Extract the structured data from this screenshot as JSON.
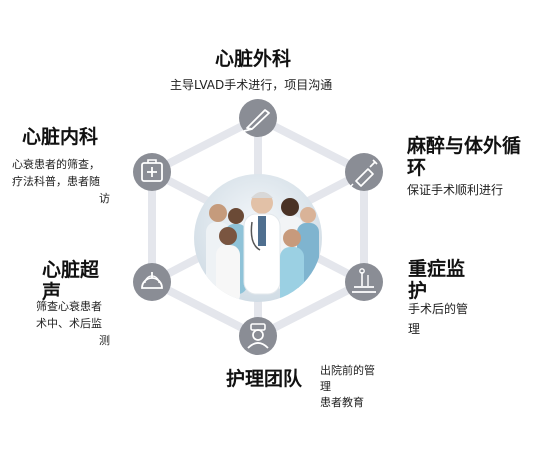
{
  "center": {
    "photo_alt": "medical team photo"
  },
  "nodes": {
    "top": {
      "title": "心脏外科",
      "desc": "主导LVAD手术进行，项目沟通",
      "icon": "scalpel-icon"
    },
    "upper_left": {
      "title": "心脏内科",
      "desc_lines": [
        "心衰患者的筛查，",
        "疗法科普，患者随",
        "访"
      ],
      "icon": "medical-kit-icon"
    },
    "upper_right": {
      "title_lines": [
        "麻醉与体外循",
        "环"
      ],
      "desc": "保证手术顺利进行",
      "icon": "syringe-icon"
    },
    "lower_left": {
      "title_lines": [
        "心脏超",
        "声"
      ],
      "desc_lines": [
        "筛查心衰患者",
        "术中、术后监",
        "测"
      ],
      "icon": "ultrasound-icon"
    },
    "lower_right": {
      "title_lines": [
        "重症监",
        "护"
      ],
      "desc_lines": [
        "手术后的管",
        "理"
      ],
      "icon": "icu-bed-icon"
    },
    "bottom": {
      "title": "护理团队",
      "desc_lines": [
        "出院前的管",
        "理",
        "患者教育"
      ],
      "icon": "nurse-icon"
    }
  },
  "colors": {
    "hexagon_line": "#e4e6ec",
    "icon_circle": "#8a8d95",
    "icon_stroke": "#ffffff",
    "text": "#111111"
  }
}
